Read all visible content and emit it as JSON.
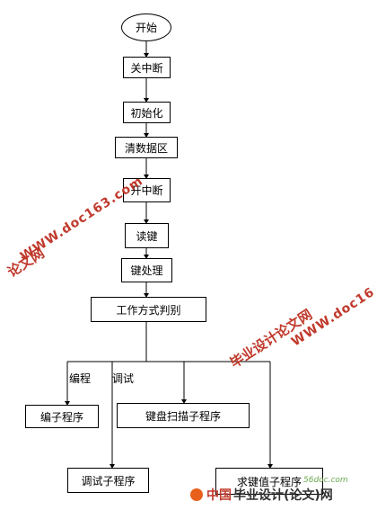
{
  "flowchart": {
    "start": "开始",
    "disable_interrupt": "关中断",
    "initialize": "初始化",
    "clear_data_area": "清数据区",
    "enable_interrupt": "开中断",
    "read_key": "读键",
    "key_processing": "键处理",
    "mode_judge": "工作方式判别",
    "edit_branch_label": "编程",
    "debug_branch_label": "调试",
    "edit_subroutine": "编子程序",
    "keyboard_scan_subroutine": "键盘扫描子程序",
    "debug_subroutine": "调试子程序",
    "key_value_subroutine": "求键值子程序"
  },
  "watermarks": {
    "title_cn": "毕业设计论文网",
    "title_cn_partial": "论文网",
    "url": "WWW.doc163.com",
    "url_partial": "WWW.doc16",
    "footer_cn": "中国",
    "footer_rest": "毕业设计(论文)网",
    "footer_domain": "56doc.com"
  }
}
